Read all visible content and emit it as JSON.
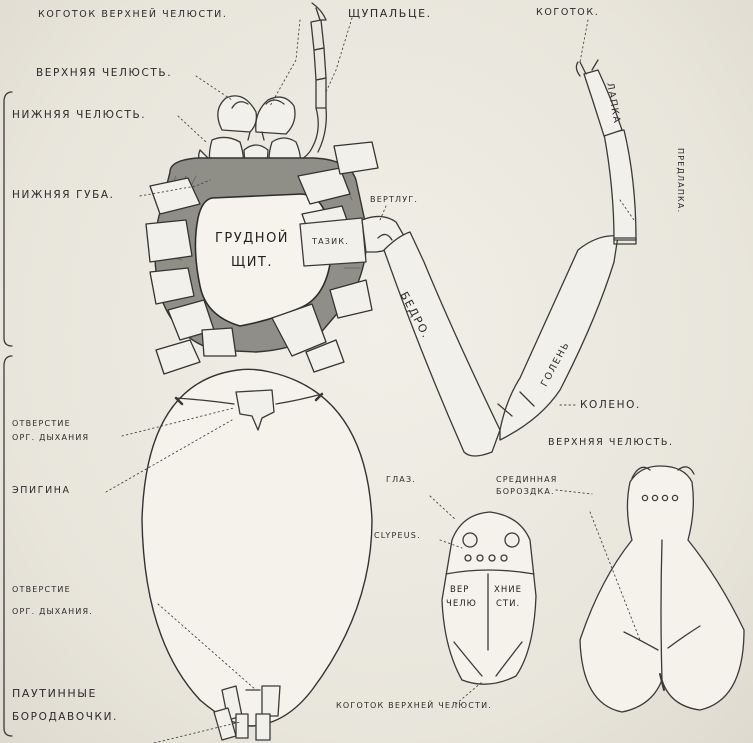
{
  "labels": {
    "upper_jaw_claw": "КОГОТОК ВЕРХНЕЙ ЧЕЛЮСТИ.",
    "pedipalp": "ЩУПАЛЬЦЕ.",
    "claw": "КОГОТОК.",
    "upper_jaw": "ВЕРХНЯЯ ЧЕЛЮСТЬ.",
    "lower_jaw": "НИЖНЯЯ ЧЕЛЮСТЬ.",
    "tarsus": "ЛАПКА",
    "lower_lip": "НИЖНЯЯ ГУБА.",
    "pretarsus": "ПРЕДЛАПКА.",
    "trochanter": "ВЕРТЛУГ.",
    "sternum_line1": "ГРУДНОЙ",
    "sternum_line2": "ЩИТ.",
    "coxa": "ТАЗИК.",
    "femur": "БЕДРО.",
    "tibia": "ГОЛЕНЬ",
    "knee": "КОЛЕНО.",
    "breath_opening_1_line1": "ОТВЕРСТИЕ",
    "breath_opening_1_line2": "ОРГ. ДЫХАНИЯ",
    "epigyne": "ЭПИГИНА",
    "upper_jaw_2": "ВЕРХНЯЯ ЧЕЛЮСТЬ.",
    "median_groove_line1": "СРЕДИННАЯ",
    "median_groove_line2": "БОРОЗДКА.",
    "eye": "ГЛАЗ.",
    "clypeus": "CLYPEUS.",
    "upper_jaws_box_l1": "ВЕР",
    "upper_jaws_box_l2": "ЧЕЛЮ",
    "upper_jaws_box_r1": "ХНИЕ",
    "upper_jaws_box_r2": "СТИ.",
    "breath_opening_2_line1": "ОТВЕРСТИЕ",
    "breath_opening_2_line2": "ОРГ. ДЫХАНИЯ.",
    "spinnerets_line1": "ПАУТИННЫЕ",
    "spinnerets_line2": "БОРОДАВОЧКИ.",
    "upper_jaw_claw_2": "КОГОТОК ВЕРХНЕЙ ЧЕЛЮСТИ."
  }
}
